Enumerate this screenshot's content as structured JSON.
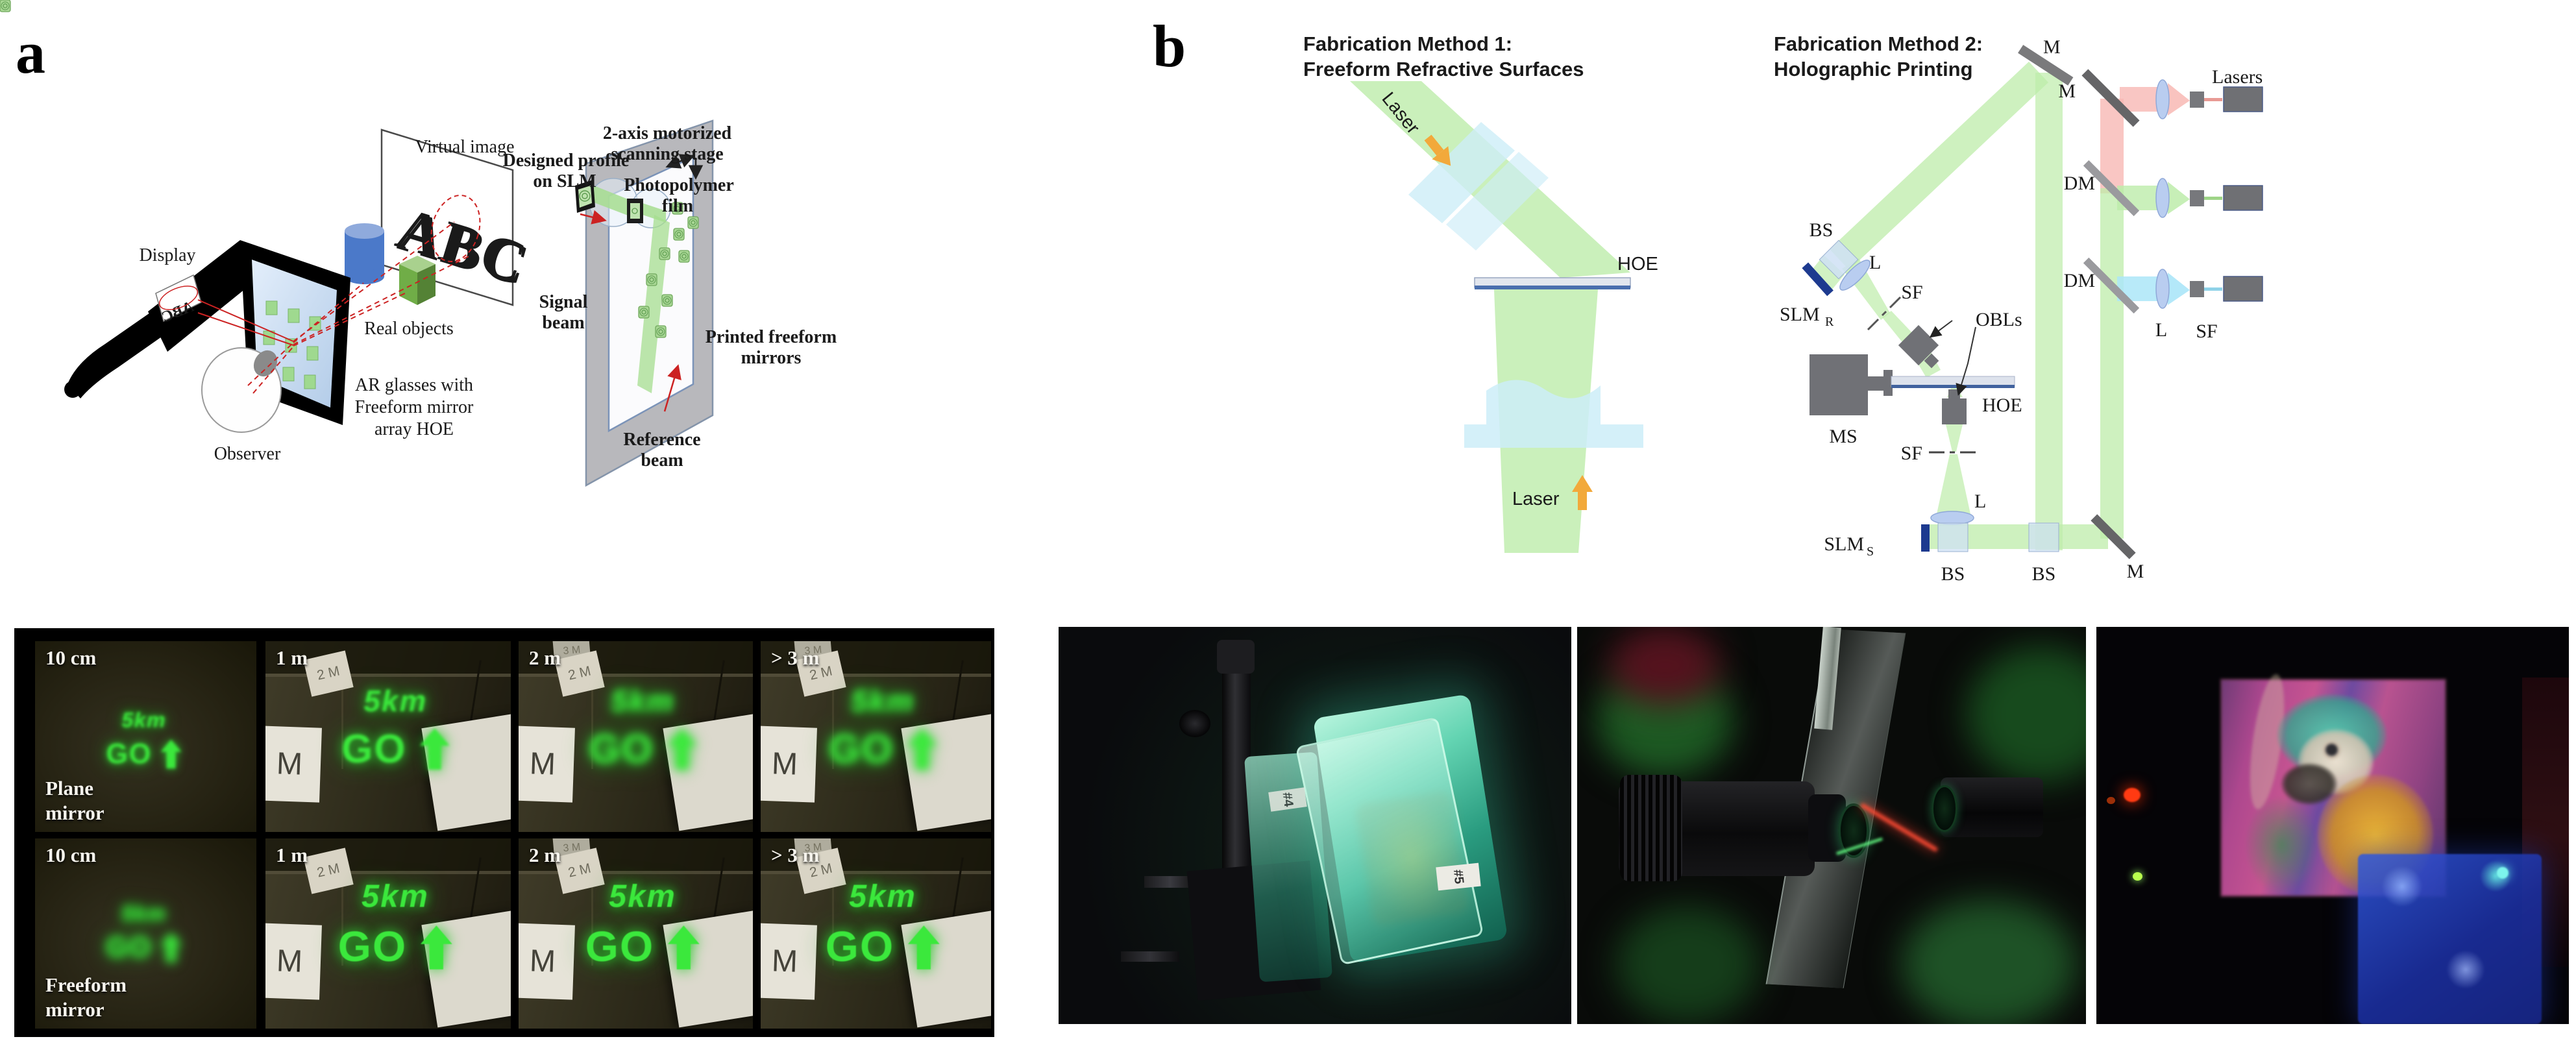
{
  "panel_a": {
    "label": "a"
  },
  "panel_b": {
    "label": "b"
  },
  "fig_a": {
    "virtual_image": "Virtual image",
    "abc": "ABC",
    "display": "Display",
    "real_objects": "Real objects",
    "ar1": "AR glasses with",
    "ar2": "Freeform mirror",
    "ar3": "array HOE",
    "observer": "Observer",
    "stage1": "2-axis motorized",
    "stage2": "scanning stage",
    "slm1": "Designed profile",
    "slm2": "on SLM",
    "film1": "Photopolymer",
    "film2": "film",
    "sig1": "Signal",
    "sig2": "beam",
    "printed1": "Printed freeform",
    "printed2": "mirrors",
    "ref1": "Reference",
    "ref2": "beam"
  },
  "photos_a": {
    "distances": [
      "10 cm",
      "1 m",
      "2 m",
      "> 3 m"
    ],
    "row1_line1": "Plane",
    "row1_line2": "mirror",
    "row2_line1": "Freeform",
    "row2_line2": "mirror",
    "holo_top": "5km",
    "holo_go": "GO",
    "marker_m": "M",
    "marker_2m": "2 M",
    "marker_3m": "3 M"
  },
  "method1": {
    "title1": "Fabrication Method 1:",
    "title2": "Freeform Refractive Surfaces",
    "laser": "Laser",
    "hoe": "HOE"
  },
  "method2": {
    "title1": "Fabrication Method 2:",
    "title2": "Holographic Printing",
    "lasers": "Lasers",
    "m": "M",
    "dm": "DM",
    "bs": "BS",
    "l": "L",
    "sf": "SF",
    "slm": "SLM",
    "sub_r": "R",
    "sub_s": "S",
    "obls": "OBLs",
    "ms": "MS",
    "hoe": "HOE"
  },
  "photos_b": {
    "sticker4": "#4",
    "sticker5": "#5"
  },
  "colors": {
    "beam_green": "#bdecaa",
    "beam_red": "#f8b8b4",
    "beam_cyan": "#abe6f8",
    "lens_blue": "#b9cdf0",
    "optic_gray": "#707176",
    "slm_navy": "#1d3a8f",
    "holo_green": "#3be83c",
    "ray_red": "#cc2222"
  }
}
